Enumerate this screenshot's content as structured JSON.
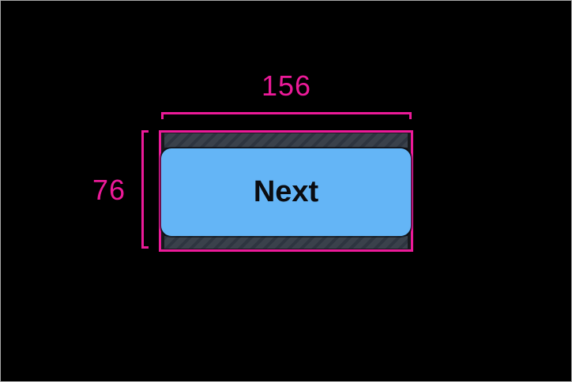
{
  "colors": {
    "page-bg": "#000000",
    "frame-border": "#a9a9a9",
    "accent": "#ec1a99",
    "hatch-bg": "#3a414b",
    "hatch-stripe": "#2e3540",
    "button-bg": "#64b5f6",
    "button-text": "#0b0c10"
  },
  "annotations": {
    "width": {
      "label": "156"
    },
    "height": {
      "label": "76"
    }
  },
  "tap_target": {
    "button": {
      "label": "Next"
    }
  }
}
